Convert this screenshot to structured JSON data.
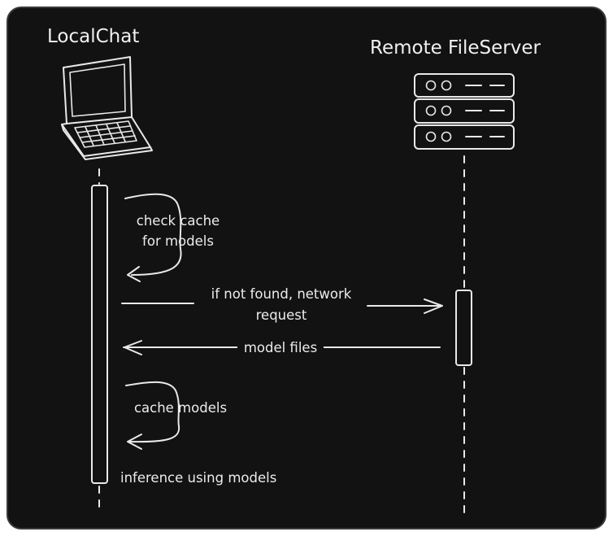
{
  "participants": {
    "client": {
      "name": "LocalChat",
      "icon": "laptop-icon"
    },
    "server": {
      "name": "Remote FileServer",
      "icon": "server-rack-icon"
    }
  },
  "messages": {
    "check_cache": {
      "line1": "check cache",
      "line2": "for models"
    },
    "network_request": {
      "line1": "if not found, network",
      "line2": "request"
    },
    "model_files": {
      "text": "model files"
    },
    "cache_models": {
      "text": "cache models"
    },
    "inference": {
      "text": "inference using models"
    }
  },
  "colors": {
    "background": "#121212",
    "ink": "#e9e9e9",
    "frame_border": "#3a3a3a"
  }
}
